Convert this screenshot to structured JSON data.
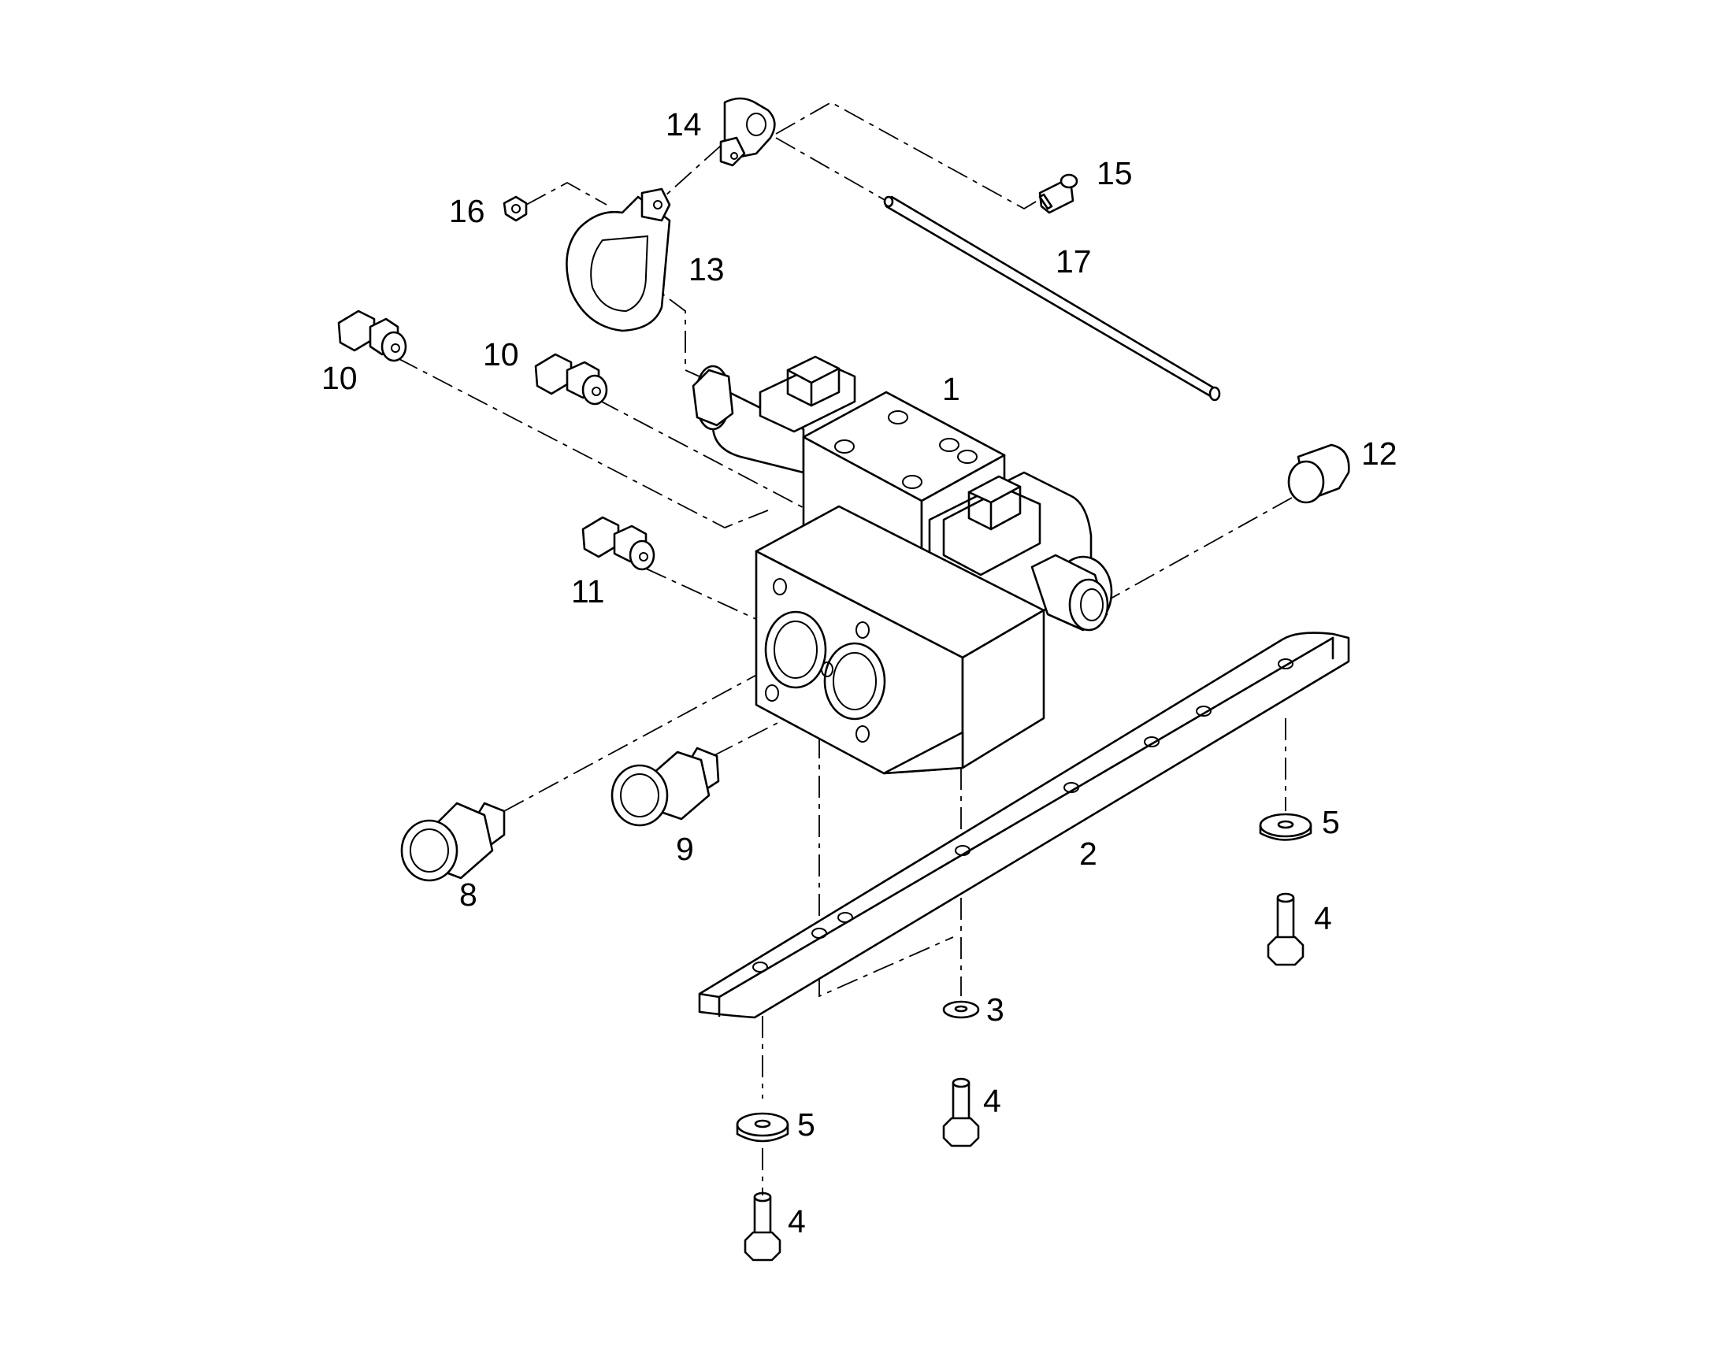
{
  "callouts": {
    "c1": "1",
    "c2": "2",
    "c3": "3",
    "c4a": "4",
    "c4b": "4",
    "c4c": "4",
    "c5a": "5",
    "c5b": "5",
    "c8": "8",
    "c9": "9",
    "c10a": "10",
    "c10b": "10",
    "c11": "11",
    "c12": "12",
    "c13": "13",
    "c14": "14",
    "c15": "15",
    "c16": "16",
    "c17": "17"
  }
}
